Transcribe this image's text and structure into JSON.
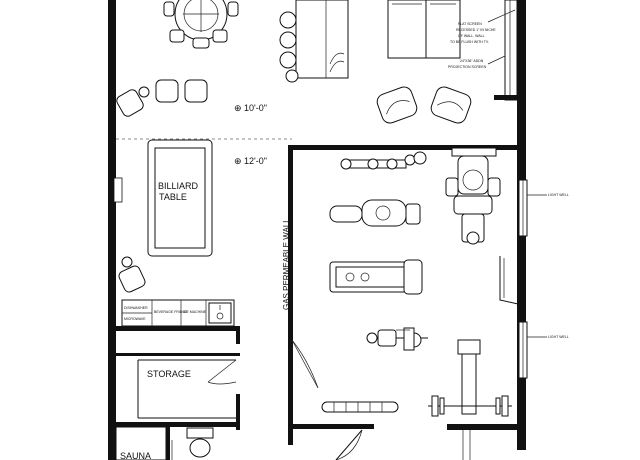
{
  "labels": {
    "dim_upper": "10'-0\"",
    "dim_lower": "12'-0\"",
    "billiard_line1": "BILLIARD",
    "billiard_line2": "TABLE",
    "storage": "STORAGE",
    "sauna": "SAUNA",
    "gas_wall": "GAS PERMEABLE WALL",
    "light_well_top": "LIGHT WELL",
    "light_well_bottom": "LIGHT WELL",
    "flat_screen_1": "FLAT SCREEN",
    "flat_screen_2": "RECESSED 1\" IN NICHE",
    "flat_screen_3": "OF WALL. WALL",
    "flat_screen_4": "TO BE FLUSH WITH TV.",
    "projection_1": "24\"X36\" ADDN",
    "projection_2": "PROJECTION SCREEN",
    "dishwasher": "DISHWASHER",
    "beverage": "BEVERAGE FRIDGE",
    "ice": "ICE MACHINE",
    "microwave": "MICROWAVE"
  },
  "icons": {
    "dim_marker": "⊕"
  },
  "colors": {
    "ink": "#111111",
    "paper": "#ffffff"
  }
}
